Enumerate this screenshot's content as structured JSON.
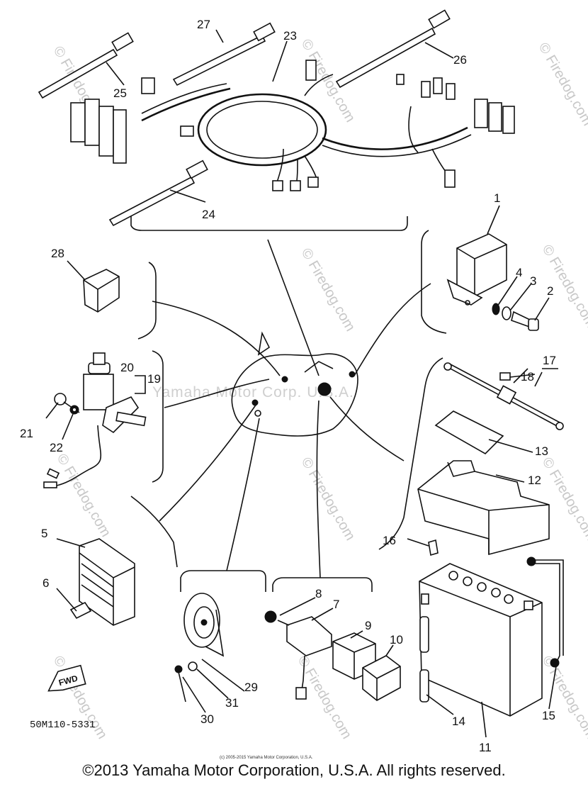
{
  "watermarks": {
    "center": "Yamaha Motor Corp. U.S.A.",
    "firedog": "© Firedog.com"
  },
  "callouts": [
    {
      "id": "1",
      "label": "1"
    },
    {
      "id": "2",
      "label": "2"
    },
    {
      "id": "3",
      "label": "3"
    },
    {
      "id": "4",
      "label": "4"
    },
    {
      "id": "5",
      "label": "5"
    },
    {
      "id": "6",
      "label": "6"
    },
    {
      "id": "7",
      "label": "7"
    },
    {
      "id": "8",
      "label": "8"
    },
    {
      "id": "9",
      "label": "9"
    },
    {
      "id": "10",
      "label": "10"
    },
    {
      "id": "11",
      "label": "11"
    },
    {
      "id": "12",
      "label": "12"
    },
    {
      "id": "13",
      "label": "13"
    },
    {
      "id": "14",
      "label": "14"
    },
    {
      "id": "15",
      "label": "15"
    },
    {
      "id": "16",
      "label": "16"
    },
    {
      "id": "17",
      "label": "17"
    },
    {
      "id": "18",
      "label": "18"
    },
    {
      "id": "19",
      "label": "19"
    },
    {
      "id": "20",
      "label": "20"
    },
    {
      "id": "21",
      "label": "21"
    },
    {
      "id": "22",
      "label": "22"
    },
    {
      "id": "23",
      "label": "23"
    },
    {
      "id": "24",
      "label": "24"
    },
    {
      "id": "25",
      "label": "25"
    },
    {
      "id": "26",
      "label": "26"
    },
    {
      "id": "27",
      "label": "27"
    },
    {
      "id": "28",
      "label": "28"
    },
    {
      "id": "29",
      "label": "29"
    },
    {
      "id": "30",
      "label": "30"
    },
    {
      "id": "31",
      "label": "31"
    }
  ],
  "fwd_label": "FWD",
  "part_number": "50M110-5331",
  "small_copyright": "(c) 2005-2015 Yamaha Motor Corporation, U.S.A.",
  "copyright": "©2013 Yamaha Motor Corporation, U.S.A. All rights reserved."
}
